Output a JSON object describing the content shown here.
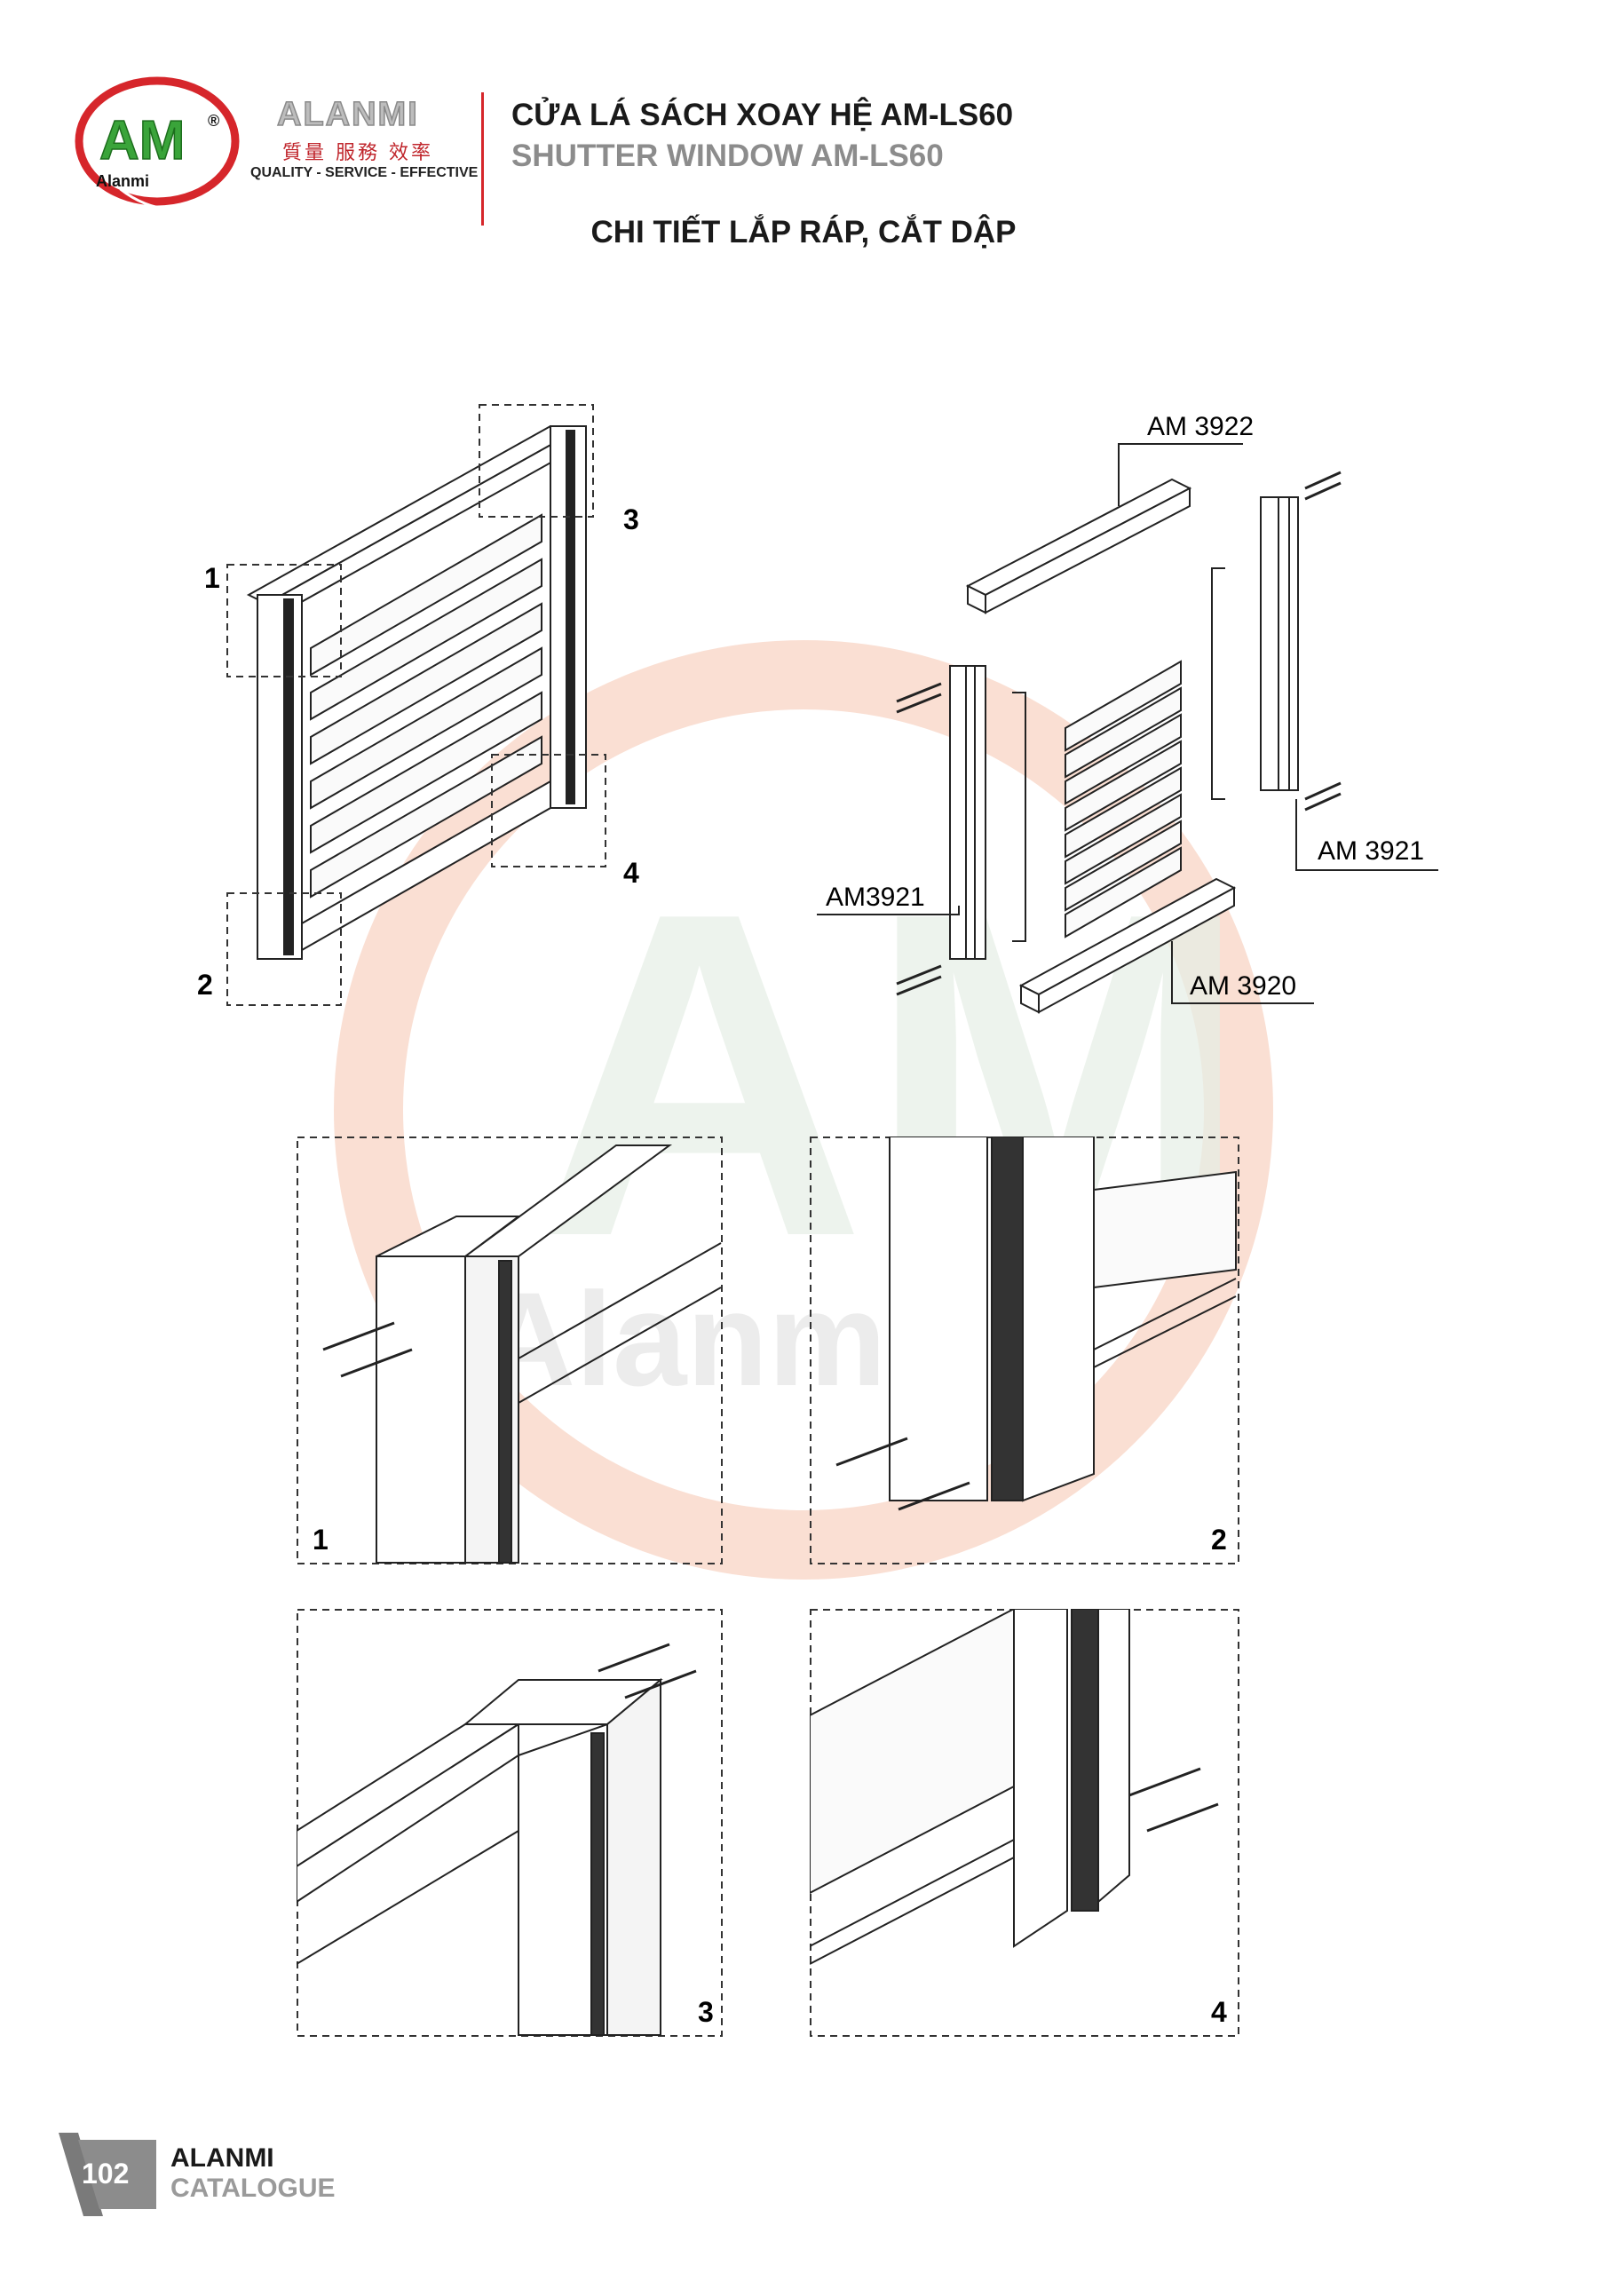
{
  "header": {
    "logo_letters": "AM",
    "logo_caption": "Alanmi",
    "brand_name": "ALANMI",
    "brand_chinese": "質量 服務 效率",
    "tagline": "QUALITY - SERVICE - EFFECTIVE",
    "title_vn": "CỬA LÁ SÁCH XOAY HỆ AM-LS60",
    "title_en": "SHUTTER WINDOW AM-LS60",
    "subtitle": "CHI TIẾT LẮP RÁP, CẮT DẬP"
  },
  "overview": {
    "callouts": [
      "1",
      "2",
      "3",
      "4"
    ]
  },
  "exploded": {
    "parts": {
      "top_rail": "AM 3922",
      "right_jamb": "AM 3921",
      "left_jamb": "AM3921",
      "bottom_rail": "AM 3920"
    }
  },
  "details": [
    {
      "number": "1"
    },
    {
      "number": "2"
    },
    {
      "number": "3"
    },
    {
      "number": "4"
    }
  ],
  "watermark": {
    "letters": "AM",
    "word": "Alanmi"
  },
  "footer": {
    "page_number": "102",
    "brand": "ALANMI",
    "catalogue": "CATALOGUE"
  },
  "colors": {
    "accent_red": "#d6262b",
    "logo_green": "#3aa43a",
    "gray_text": "#8c8c8c"
  }
}
